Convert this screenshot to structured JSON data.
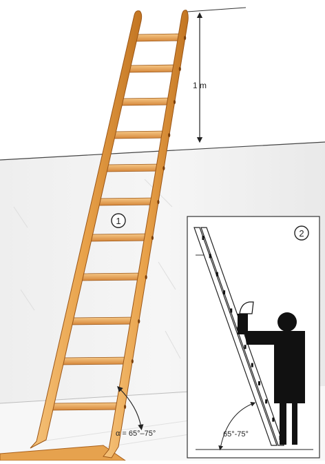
{
  "figure": {
    "height_label": "1 m",
    "ladder_number": "1",
    "angle_main_label": "α = 65°–75°",
    "inset_number": "2",
    "inset_angle_label": "65°-75°"
  },
  "colors": {
    "wood_light": "#efb35f",
    "wood_mid": "#e39a3f",
    "wood_dark": "#a9601b",
    "wall": "#f1f1f1",
    "wall_shadow": "#dcdcdc",
    "ground": "#f6f6f6",
    "figure_black": "#111111"
  }
}
